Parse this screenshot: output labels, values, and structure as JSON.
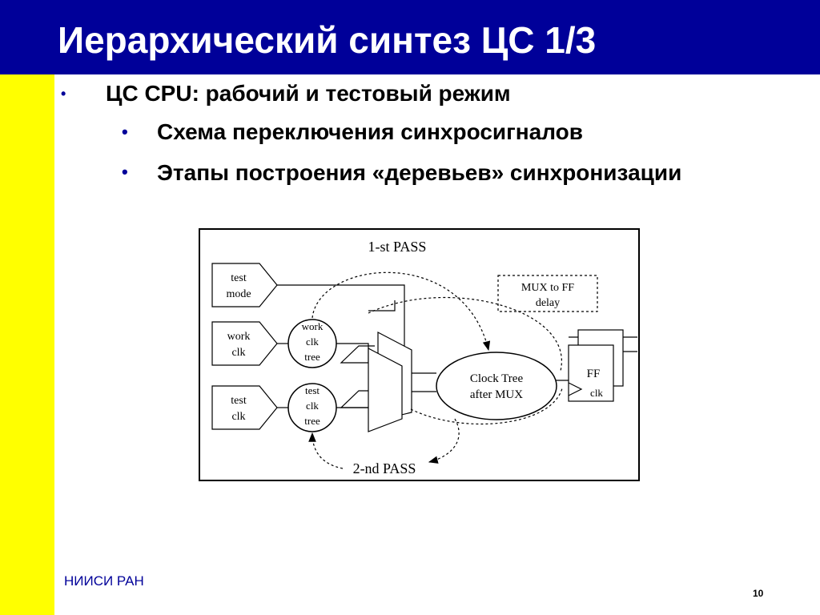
{
  "slide": {
    "title": "Иерархический синтез ЦС 1/3",
    "footer_org": "НИИСИ РАН",
    "page_number": "10"
  },
  "bullets": [
    {
      "text": "ЦС CPU: рабочий и тестовый режим",
      "level": 1
    },
    {
      "text": "Схема переключения синхросигналов",
      "level": 2
    },
    {
      "text": "Этапы построения «деревьев» синхронизации",
      "level": 2
    }
  ],
  "colors": {
    "title_bar": "#000099",
    "left_bar": "#ffff00",
    "bullet": "#000099",
    "footer_text": "#000099"
  },
  "diagram": {
    "pass1_label": "1-st PASS",
    "pass2_label": "2-nd PASS",
    "inputs": [
      {
        "line1": "test",
        "line2": "mode"
      },
      {
        "line1": "work",
        "line2": "clk"
      },
      {
        "line1": "test",
        "line2": "clk"
      }
    ],
    "work_tree": [
      "work",
      "clk",
      "tree"
    ],
    "test_tree": [
      "test",
      "clk",
      "tree"
    ],
    "mux_ff_note": [
      "MUX  to FF",
      "delay"
    ],
    "clock_tree": [
      "Clock Tree",
      "after MUX"
    ],
    "ff_label": "FF",
    "ff_clk_label": "clk"
  }
}
